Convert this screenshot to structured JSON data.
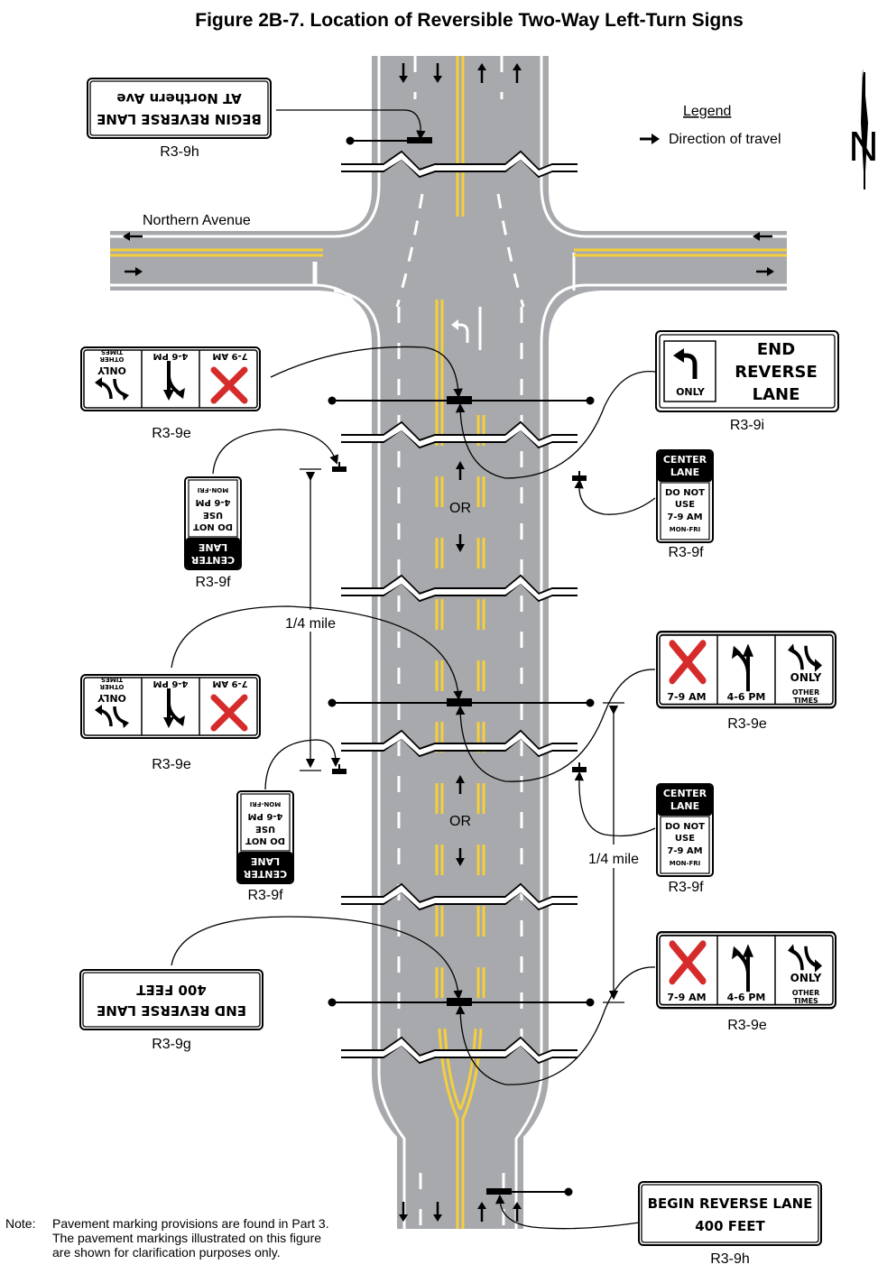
{
  "title": "Figure 2B-7.  Location of Reversible Two-Way Left-Turn Signs",
  "legend": {
    "heading": "Legend",
    "item": "Direction of travel"
  },
  "north_label": "N",
  "street_label": "Northern Avenue",
  "or_label": "OR",
  "distance_label": "1/4 mile",
  "signs": {
    "r39h_top": {
      "code": "R3-9h",
      "line1": "BEGIN REVERSE LANE",
      "line2": "AT Northern Ave"
    },
    "r39i": {
      "code": "R3-9i",
      "line1": "END",
      "line2": "REVERSE",
      "line3": "LANE",
      "only": "ONLY"
    },
    "r39e": {
      "code": "R3-9e",
      "time1": "7-9 AM",
      "time2": "4-6 PM",
      "only": "ONLY",
      "other1": "OTHER",
      "other2": "TIMES"
    },
    "r39f": {
      "code": "R3-9f",
      "head1": "CENTER",
      "head2": "LANE",
      "l1": "DO NOT",
      "l2": "USE",
      "l3": "7-9 AM",
      "l3b": "4-6 PM",
      "l4": "MON-FRI"
    },
    "r39g": {
      "code": "R3-9g",
      "line1": "END REVERSE LANE",
      "line2": "400 FEET"
    },
    "r39h_bottom": {
      "code": "R3-9h",
      "line1": "BEGIN REVERSE LANE",
      "line2": "400 FEET"
    }
  },
  "note": {
    "label": "Note:",
    "text": "Pavement marking provisions are found in Part 3. The pavement markings illustrated on this figure are shown for clarification purposes only."
  },
  "colors": {
    "road": "#a7a9ac",
    "yellow": "#f6cf3a",
    "red": "#d62b2b"
  }
}
